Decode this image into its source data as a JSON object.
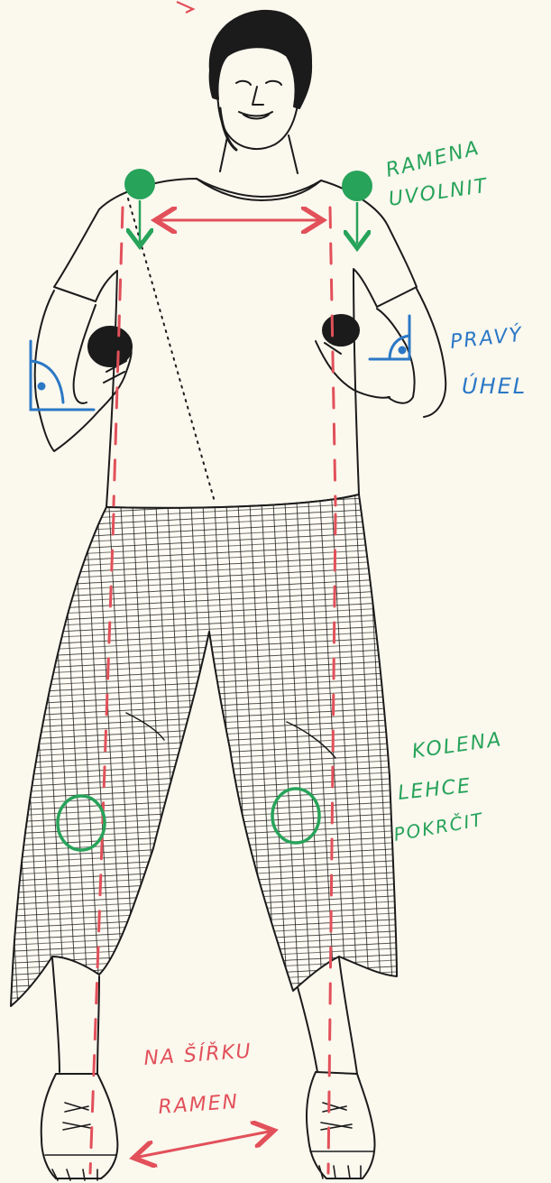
{
  "annotations": {
    "shoulders_1": "RAMENA",
    "shoulders_2": "UVOLNIT",
    "angle_1": "PRAVÝ",
    "angle_2": "ÚHEL",
    "knees_1": "KOLENA",
    "knees_2": "LEHCE",
    "knees_3": "POKRČIT",
    "feet_1": "NA ŠÍŘKU",
    "feet_2": "RAMEN"
  },
  "colors": {
    "paper": "#fbf8ee",
    "ink": "#1b1b1b",
    "guide_red": "#e2505a",
    "green": "#27a35a",
    "blue": "#2b78c5"
  }
}
